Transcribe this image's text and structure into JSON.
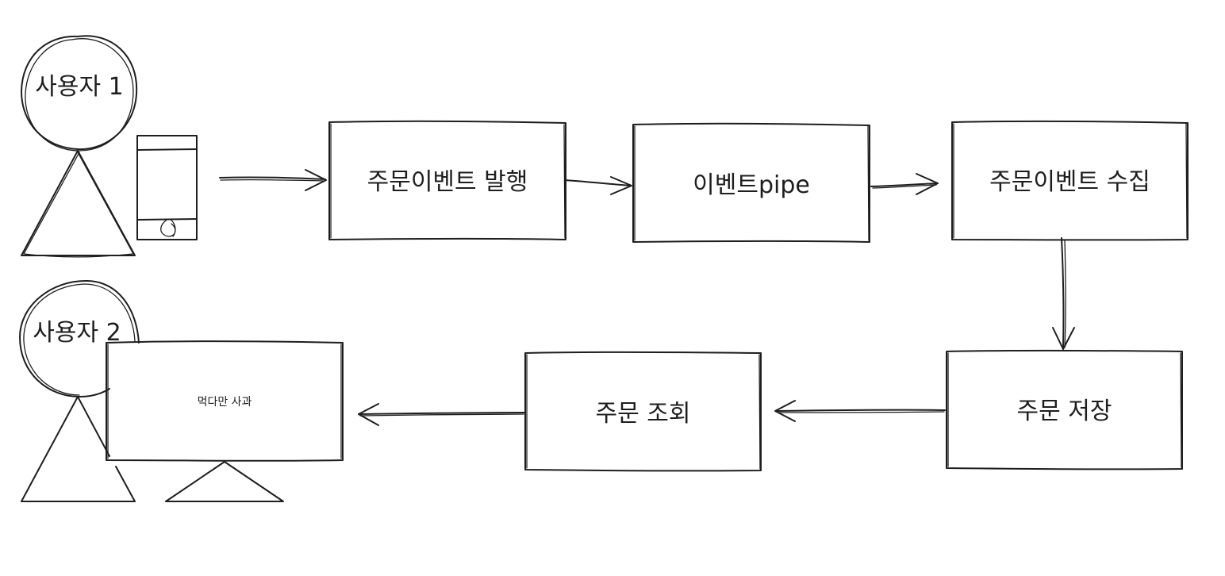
{
  "diagram": {
    "actors": [
      {
        "id": "user1",
        "label": "사용자 1",
        "device": "mobile-phone"
      },
      {
        "id": "user2",
        "label": "사용자 2",
        "device": "monitor"
      }
    ],
    "monitor_screen_text": "먹다만 사과",
    "nodes": [
      {
        "id": "publish",
        "label": "주문이벤트 발행"
      },
      {
        "id": "pipe",
        "label": "이벤트pipe"
      },
      {
        "id": "collect",
        "label": "주문이벤트 수집"
      },
      {
        "id": "store",
        "label": "주문 저장"
      },
      {
        "id": "query",
        "label": "주문 조회"
      }
    ],
    "edges": [
      {
        "from": "user1",
        "to": "publish"
      },
      {
        "from": "publish",
        "to": "pipe"
      },
      {
        "from": "pipe",
        "to": "collect"
      },
      {
        "from": "collect",
        "to": "store"
      },
      {
        "from": "store",
        "to": "query"
      },
      {
        "from": "query",
        "to": "user2"
      }
    ],
    "stroke_color": "#1e1e1e",
    "background_color": "#ffffff"
  }
}
